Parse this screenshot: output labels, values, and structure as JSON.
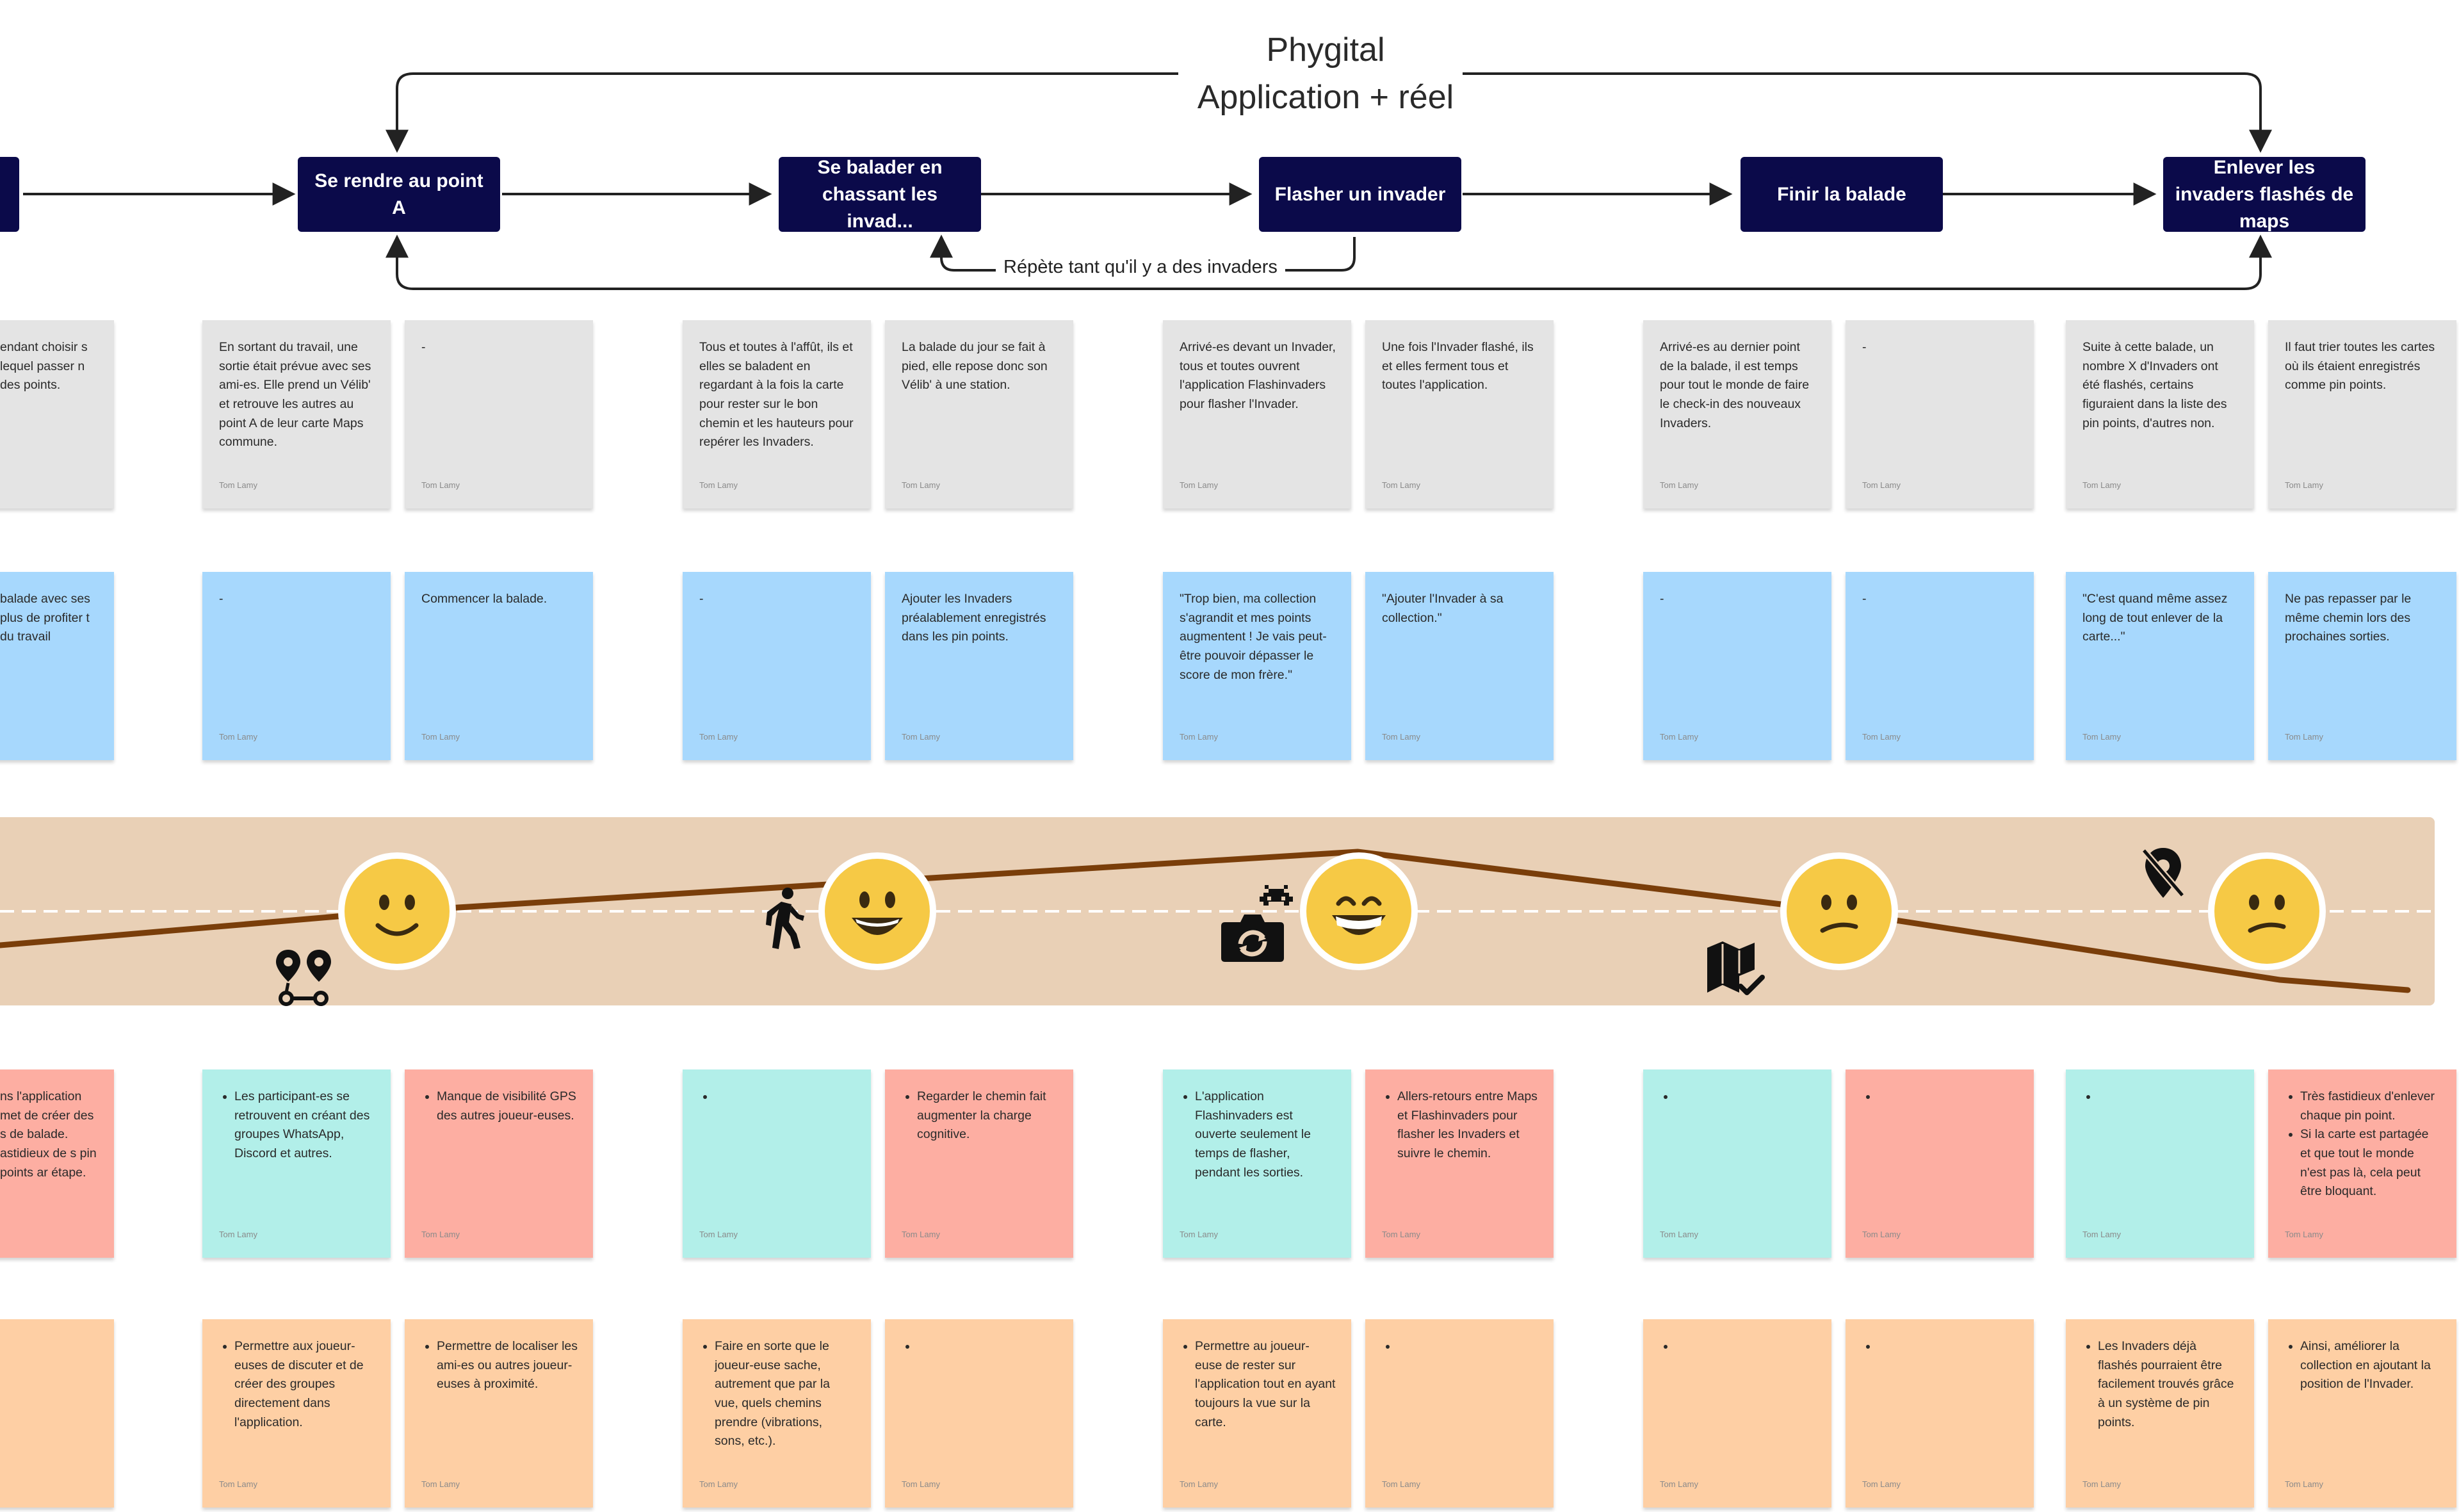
{
  "colors": {
    "step_bg": "#0b0a4a",
    "step_text": "#ffffff",
    "sticky_gray": "#e4e4e4",
    "sticky_blue": "#a7d8fd",
    "sticky_teal": "#b2efe9",
    "sticky_red": "#fdaea2",
    "sticky_orange": "#fecfa4",
    "emotion_band": "#e9d0b6",
    "emotion_curve": "#7a3e0a",
    "face": "#f6c945"
  },
  "header": {
    "line1": "Phygital",
    "line2": "Application + réel"
  },
  "loop_label": "Répète tant qu'il y a des invaders",
  "steps": [
    {
      "label": "Se rendre au point A"
    },
    {
      "label": "Se balader en chassant les invad..."
    },
    {
      "label": "Flasher un invader"
    },
    {
      "label": "Finir la balade"
    },
    {
      "label": "Enlever les invaders flashés de maps"
    }
  ],
  "author": "Tom Lamy",
  "rows": {
    "actions": [
      {
        "text": "endant choisir s lequel passer n des points."
      },
      {
        "text": "En sortant du travail, une sortie était prévue avec ses ami-es. Elle prend un Vélib' et retrouve les autres au point A de leur carte Maps commune."
      },
      {
        "text": "-"
      },
      {
        "text": "Tous et toutes à l'affût, ils et elles se baladent en regardant à la fois la carte pour rester sur le bon chemin et les hauteurs pour repérer les Invaders."
      },
      {
        "text": "La balade du jour se fait à pied, elle repose donc son Vélib' à une station."
      },
      {
        "text": "Arrivé-es devant un Invader, tous et toutes ouvrent l'application Flashinvaders pour flasher l'Invader."
      },
      {
        "text": "Une fois l'Invader flashé, ils et elles ferment tous et toutes l'application."
      },
      {
        "text": "Arrivé-es au dernier point de la balade, il est temps pour tout le monde de faire le check-in des nouveaux Invaders."
      },
      {
        "text": "-"
      },
      {
        "text": "Suite à cette balade, un nombre X d'Invaders ont été flashés, certains figuraient dans la liste des pin points, d'autres non."
      },
      {
        "text": "Il faut trier toutes les cartes où ils étaient enregistrés comme pin points."
      }
    ],
    "thoughts": [
      {
        "text": "balade avec ses plus de profiter t du travail"
      },
      {
        "text": "-"
      },
      {
        "text": "Commencer la balade."
      },
      {
        "text": "-"
      },
      {
        "text": "Ajouter les Invaders préalablement enregistrés dans les pin points."
      },
      {
        "text": "\"Trop bien, ma collection s'agrandit et mes points augmentent ! Je vais peut-être pouvoir dépasser le score de mon frère.\""
      },
      {
        "text": "\"Ajouter l'Invader à sa collection.\""
      },
      {
        "text": "-"
      },
      {
        "text": "-"
      },
      {
        "text": "\"C'est quand même assez long de tout enlever de la carte...\""
      },
      {
        "text": "Ne pas repasser par le même chemin lors des prochaines sorties."
      }
    ],
    "pains": [
      {
        "lines": [
          "ns l'application met de créer des s de balade.",
          "astidieux de s pin points ar étape."
        ]
      },
      {
        "bullets": [
          "Les participant-es se retrouvent en créant des groupes WhatsApp, Discord et autres."
        ]
      },
      {
        "bullets": [
          "Manque de visibilité GPS des autres joueur-euses."
        ]
      },
      {
        "bullets": [
          ""
        ]
      },
      {
        "bullets": [
          "Regarder le chemin fait augmenter la charge cognitive."
        ]
      },
      {
        "bullets": [
          "L'application Flashinvaders est ouverte seulement le temps de flasher, pendant les sorties."
        ]
      },
      {
        "bullets": [
          "Allers-retours entre Maps et Flashinvaders pour flasher les Invaders et suivre le chemin."
        ]
      },
      {
        "bullets": [
          ""
        ]
      },
      {
        "bullets": [
          ""
        ]
      },
      {
        "bullets": [
          ""
        ]
      },
      {
        "bullets": [
          "Très fastidieux d'enlever chaque pin point.",
          "Si la carte est partagée et que tout le monde n'est pas là, cela peut être bloquant."
        ]
      }
    ],
    "opportunities": [
      {
        "lines": [
          ""
        ]
      },
      {
        "bullets": [
          "Permettre aux joueur-euses de discuter et de créer des groupes directement dans l'application."
        ]
      },
      {
        "bullets": [
          "Permettre de localiser les ami-es ou autres joueur-euses à proximité."
        ]
      },
      {
        "bullets": [
          "Faire en sorte que le joueur-euse sache, autrement que par la vue, quels chemins prendre (vibrations, sons, etc.)."
        ]
      },
      {
        "bullets": [
          ""
        ]
      },
      {
        "bullets": [
          "Permettre au joueur-euse de rester sur l'application tout en ayant toujours la vue sur la carte."
        ]
      },
      {
        "bullets": [
          ""
        ]
      },
      {
        "bullets": [
          ""
        ]
      },
      {
        "bullets": [
          ""
        ]
      },
      {
        "bullets": [
          "Les Invaders déjà flashés pourraient être facilement trouvés grâce à un système de pin points."
        ]
      },
      {
        "bullets": [
          "Ainsi, améliorer la collection en ajoutant la position de l'Invader."
        ]
      }
    ]
  },
  "emotions": [
    {
      "mood": "smile",
      "icon": "location-pins-icon"
    },
    {
      "mood": "grin",
      "icon": "walking-person-icon"
    },
    {
      "mood": "beam",
      "icon": "camera-invader-icon"
    },
    {
      "mood": "confused",
      "icon": "map-check-icon"
    },
    {
      "mood": "confused",
      "icon": "location-off-icon"
    }
  ]
}
